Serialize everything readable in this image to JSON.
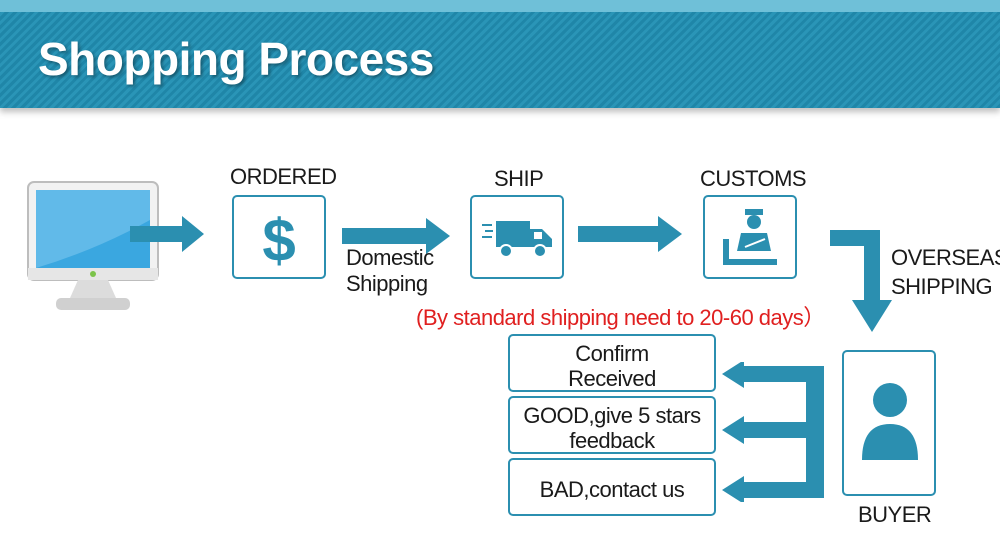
{
  "header": {
    "title": "Shopping Process"
  },
  "steps": {
    "ordered": "ORDERED",
    "ship": "SHIP",
    "customs": "CUSTOMS",
    "buyer": "BUYER"
  },
  "arrows": {
    "domestic_line1": "Domestic",
    "domestic_line2": "Shipping",
    "overseas_line1": "OVERSEAS",
    "overseas_line2": "SHIPPING"
  },
  "notice": "(By standard shipping need to 20-60 days）",
  "results": [
    {
      "line1": "Confirm",
      "line2": "Received"
    },
    {
      "line1": "GOOD,give 5 stars",
      "line2": "feedback"
    },
    {
      "line1": "BAD,contact us",
      "line2": ""
    }
  ],
  "icons": [
    "computer-icon",
    "dollar-icon",
    "truck-icon",
    "customs-officer-icon",
    "buyer-person-icon"
  ],
  "colors": {
    "accent": "#2b8fb0",
    "banner": "#1f86a8",
    "notice": "#e02020"
  }
}
